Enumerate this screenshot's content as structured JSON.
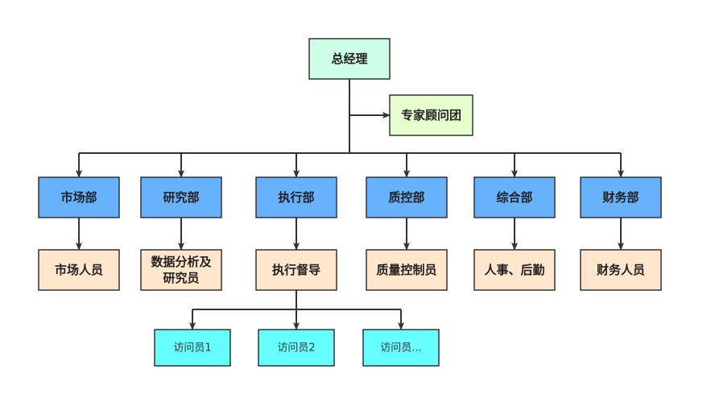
{
  "chart_data": {
    "type": "org-chart",
    "nodes": [
      {
        "id": "ceo",
        "label": "总经理",
        "color": "#ccffe6"
      },
      {
        "id": "experts",
        "label": "专家顾问团",
        "color": "#e6ffcc"
      },
      {
        "id": "dept-market",
        "label": "市场部",
        "color": "#66b2ff"
      },
      {
        "id": "dept-research",
        "label": "研究部",
        "color": "#66b2ff"
      },
      {
        "id": "dept-exec",
        "label": "执行部",
        "color": "#66b2ff"
      },
      {
        "id": "dept-qc",
        "label": "质控部",
        "color": "#66b2ff"
      },
      {
        "id": "dept-general",
        "label": "综合部",
        "color": "#66b2ff"
      },
      {
        "id": "dept-finance",
        "label": "财务部",
        "color": "#66b2ff"
      },
      {
        "id": "staff-market",
        "label": "市场人员",
        "color": "#ffe6cc"
      },
      {
        "id": "staff-research",
        "label": "数据分析及\n研究员",
        "color": "#ffe6cc"
      },
      {
        "id": "staff-exec",
        "label": "执行督导",
        "color": "#ffe6cc"
      },
      {
        "id": "staff-qc",
        "label": "质量控制员",
        "color": "#ffe6cc"
      },
      {
        "id": "staff-general",
        "label": "人事、后勤",
        "color": "#ffe6cc"
      },
      {
        "id": "staff-finance",
        "label": "财务人员",
        "color": "#ffe6cc"
      },
      {
        "id": "interviewer-1",
        "label": "访问员1",
        "color": "#66ffff"
      },
      {
        "id": "interviewer-2",
        "label": "访问员2",
        "color": "#66ffff"
      },
      {
        "id": "interviewer-3",
        "label": "访问员...",
        "color": "#66ffff"
      }
    ],
    "edges": [
      [
        "ceo",
        "experts"
      ],
      [
        "ceo",
        "dept-market"
      ],
      [
        "ceo",
        "dept-research"
      ],
      [
        "ceo",
        "dept-exec"
      ],
      [
        "ceo",
        "dept-qc"
      ],
      [
        "ceo",
        "dept-general"
      ],
      [
        "ceo",
        "dept-finance"
      ],
      [
        "dept-market",
        "staff-market"
      ],
      [
        "dept-research",
        "staff-research"
      ],
      [
        "dept-exec",
        "staff-exec"
      ],
      [
        "dept-qc",
        "staff-qc"
      ],
      [
        "dept-general",
        "staff-general"
      ],
      [
        "dept-finance",
        "staff-finance"
      ],
      [
        "staff-exec",
        "interviewer-1"
      ],
      [
        "staff-exec",
        "interviewer-2"
      ],
      [
        "staff-exec",
        "interviewer-3"
      ]
    ],
    "colors": {
      "stroke": "#333333",
      "line": "#333333"
    }
  }
}
